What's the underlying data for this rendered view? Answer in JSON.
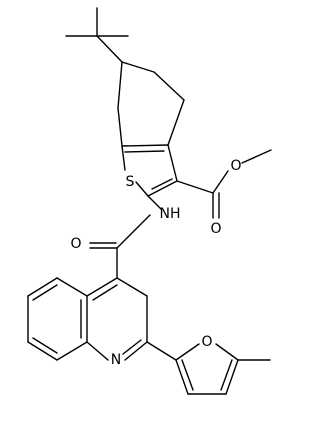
{
  "molecule": {
    "atom_labels": {
      "sulfur": "S",
      "amide_nh": "NH",
      "amide_o": "O",
      "ester_o_carbonyl": "O",
      "ester_o_methoxy": "O",
      "quinoline_n": "N",
      "furan_o": "O"
    }
  },
  "colors": {
    "bond": "#000000",
    "background": "#ffffff"
  }
}
